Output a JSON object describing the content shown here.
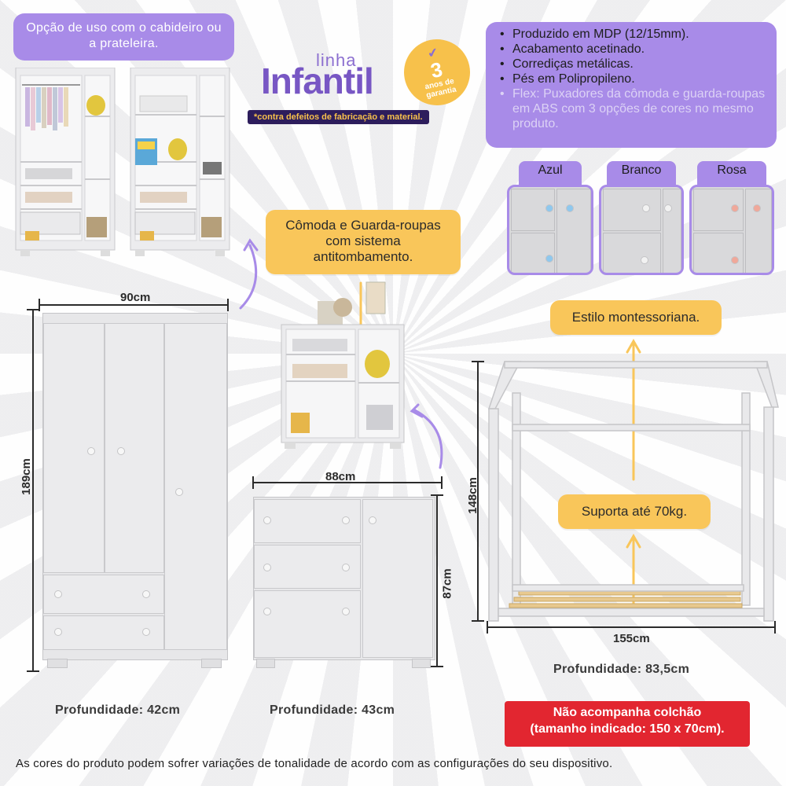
{
  "usage_callout": "Opção de uso com o cabideiro ou a prateleira.",
  "logo": {
    "linha": "linha",
    "infantil": "Infantil",
    "warranty_number": "3",
    "warranty_text": "anos de garantia",
    "guarantee_note": "*contra defeitos de fabricação e material."
  },
  "features": [
    "Produzido em MDP (12/15mm).",
    "Acabamento acetinado.",
    "Corrediças metálicas.",
    "Pés em Polipropileno.",
    "Flex: Puxadores da cômoda e guarda-roupas em ABS com 3 opções de cores no mesmo produto."
  ],
  "colors": [
    {
      "label": "Azul",
      "knob": "#8fc8ee"
    },
    {
      "label": "Branco",
      "knob": "#f2f2f2"
    },
    {
      "label": "Rosa",
      "knob": "#f0a89a"
    }
  ],
  "antitip_callout": "Cômoda e Guarda-roupas com sistema antitombamento.",
  "montessori_callout": "Estilo montessoriana.",
  "weight_callout": "Suporta até 70kg.",
  "wardrobe": {
    "width": "90cm",
    "height": "189cm",
    "depth": "Profundidade: 42cm"
  },
  "dresser": {
    "width": "88cm",
    "height": "87cm",
    "depth": "Profundidade: 43cm"
  },
  "bed": {
    "width": "155cm",
    "height": "148cm",
    "depth": "Profundidade: 83,5cm"
  },
  "mattress_note_line1": "Não acompanha colchão",
  "mattress_note_line2": "(tamanho indicado: 150 x 70cm).",
  "disclaimer": "As cores do produto podem sofrer variações de tonalidade de acordo com as configurações do seu dispositivo.",
  "accent_purple": "#a88be8",
  "accent_yellow": "#f9c65a",
  "accent_red": "#e22630"
}
